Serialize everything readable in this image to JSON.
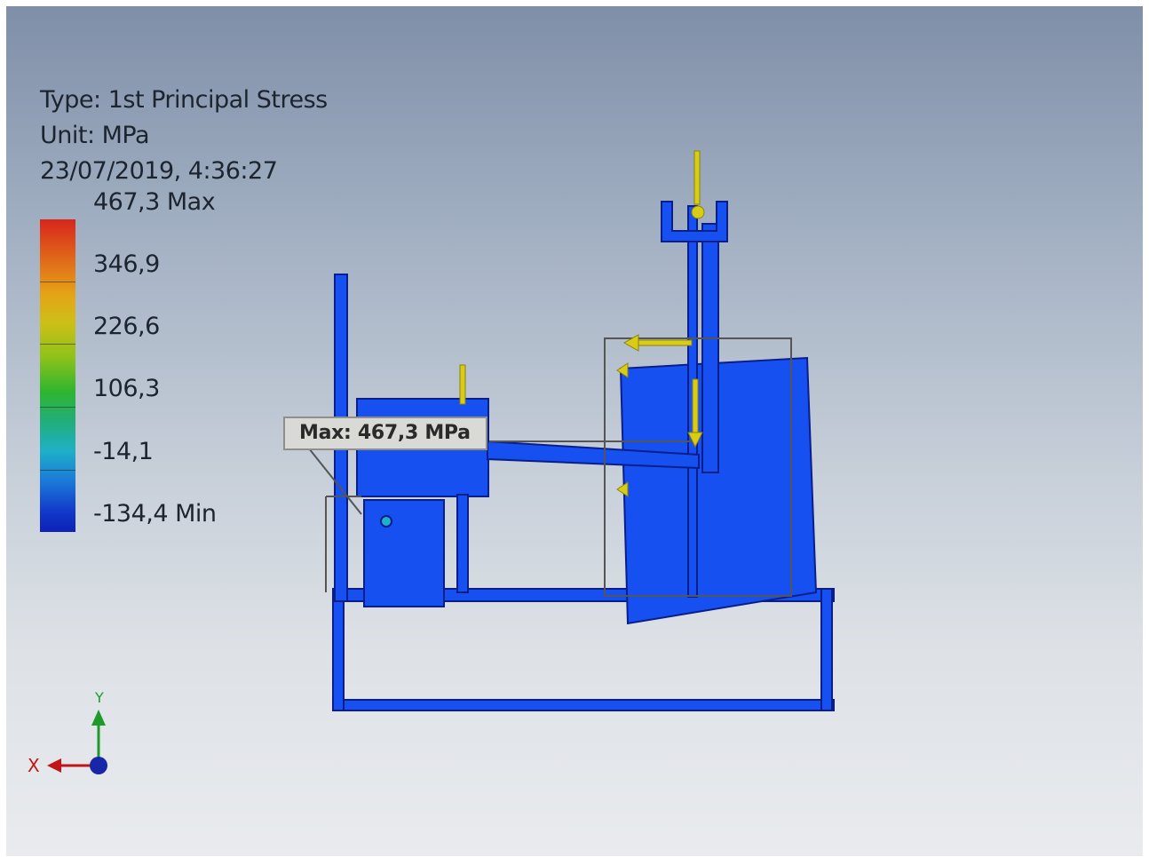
{
  "result": {
    "type_text": "Type: 1st Principal Stress",
    "unit_text": "Unit: MPa",
    "timestamp": "23/07/2019, 4:36:27"
  },
  "legend": {
    "labels": [
      "467,3 Max",
      "346,9",
      "226,6",
      "106,3",
      "-14,1",
      "-134,4 Min"
    ],
    "colors": {
      "max": "#d7261c",
      "high": "#e4a416",
      "mid": "#2fb52e",
      "low": "#1fb0c7",
      "min": "#0d22b6"
    }
  },
  "probe": {
    "label": "Max: 467,3 MPa"
  },
  "triad": {
    "x_label": "X",
    "y_label": "Y",
    "x_color": "#c01616",
    "y_color": "#1e9a2a",
    "z_color": "#1826a8"
  },
  "model": {
    "body_color": "#1650f0",
    "edge_color": "#0a1e8a",
    "load_arrow_color": "#d8cc14"
  }
}
